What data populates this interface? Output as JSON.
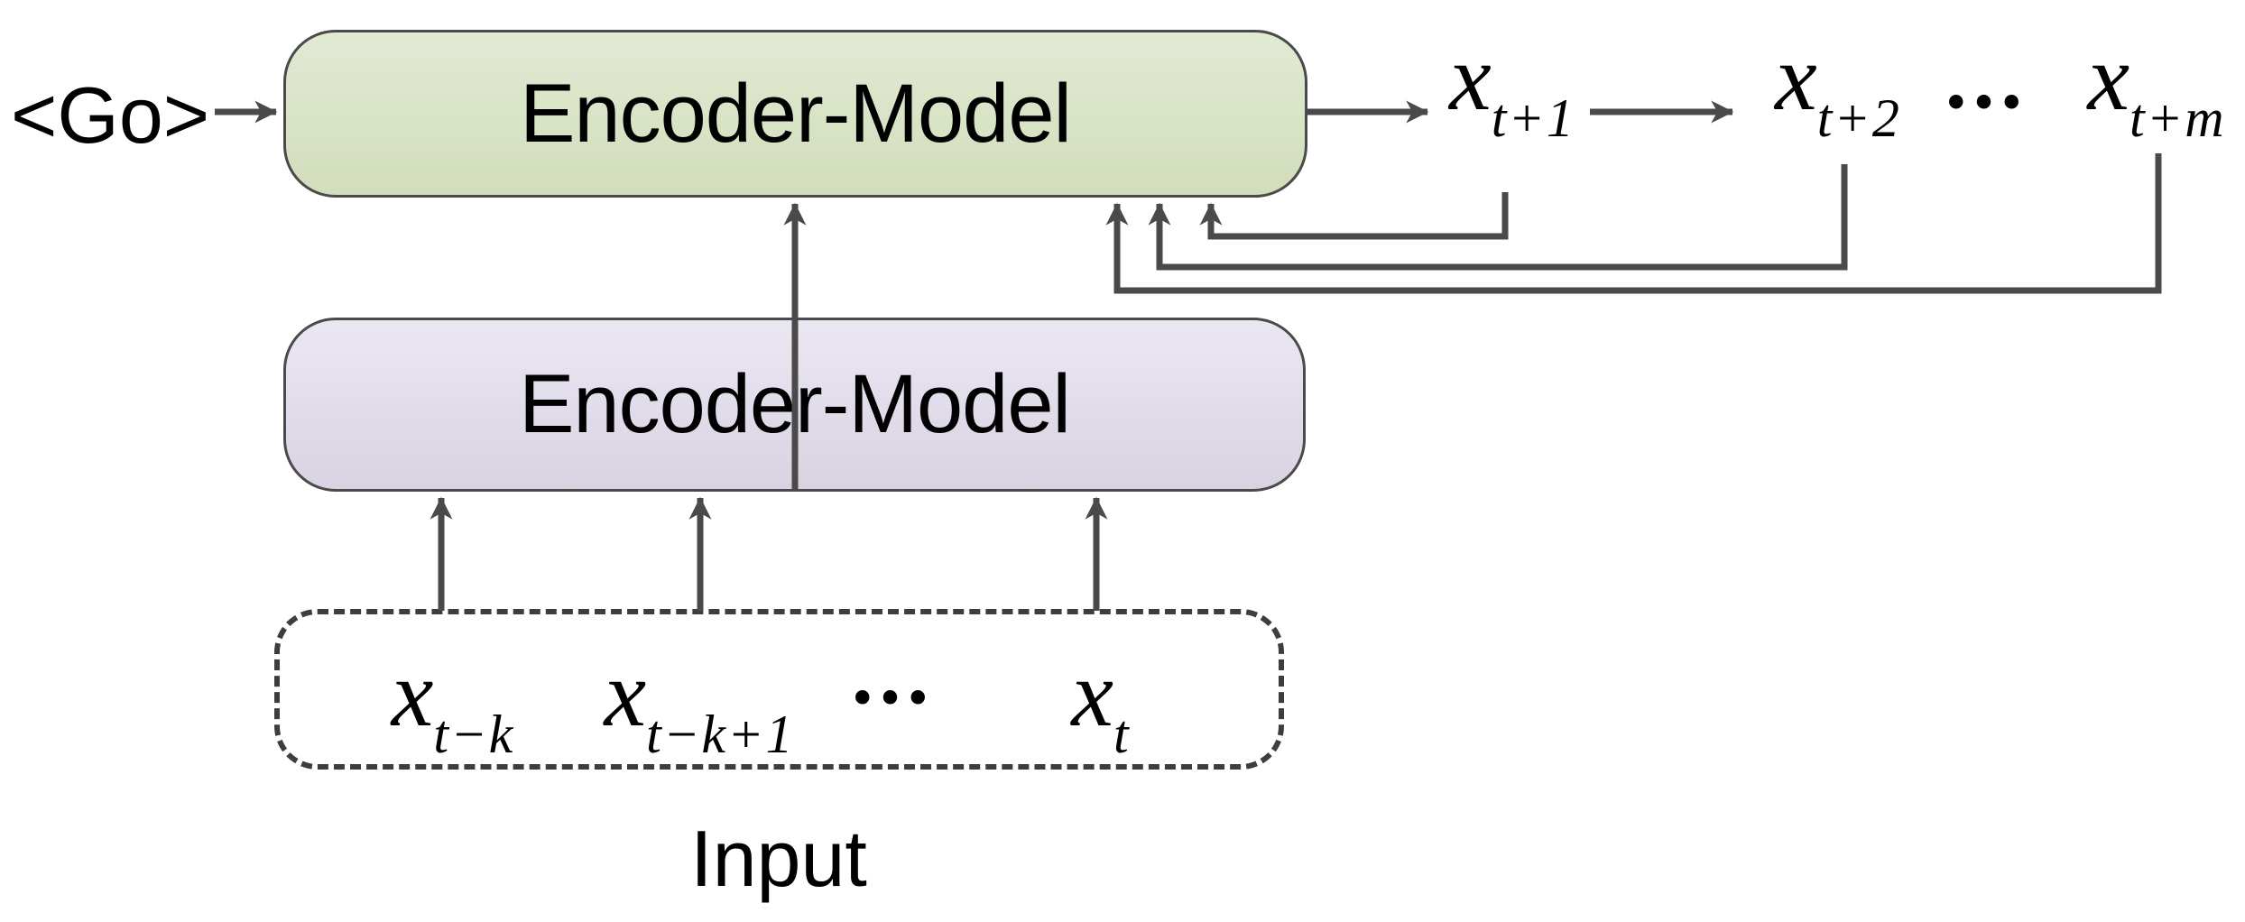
{
  "figure": {
    "go_token": "<Go>",
    "top_box": {
      "label": "Encoder-Model"
    },
    "bottom_box": {
      "label": "Encoder-Model"
    },
    "input_caption": "Input",
    "output_row": {
      "ellipsis": "...",
      "items": [
        {
          "base": "x",
          "sub": "t+1"
        },
        {
          "base": "x",
          "sub": "t+2"
        },
        {
          "base": "x",
          "sub": "t+m"
        }
      ]
    },
    "input_row": {
      "ellipsis": "...",
      "items": [
        {
          "base": "x",
          "sub": "t−k"
        },
        {
          "base": "x",
          "sub": "t−k+1"
        },
        {
          "base": "x",
          "sub": "t"
        }
      ]
    },
    "colors": {
      "top_box_fill_top": "#e1ead3",
      "top_box_fill_bottom": "#d2ddbb",
      "bottom_box_fill_top": "#ebe7f2",
      "bottom_box_fill_bottom": "#d9d2e2",
      "box_border": "#4a4a4a",
      "arrow": "#4a4a4a",
      "dashed_border": "#3d3d3d",
      "text": "#000000"
    }
  }
}
